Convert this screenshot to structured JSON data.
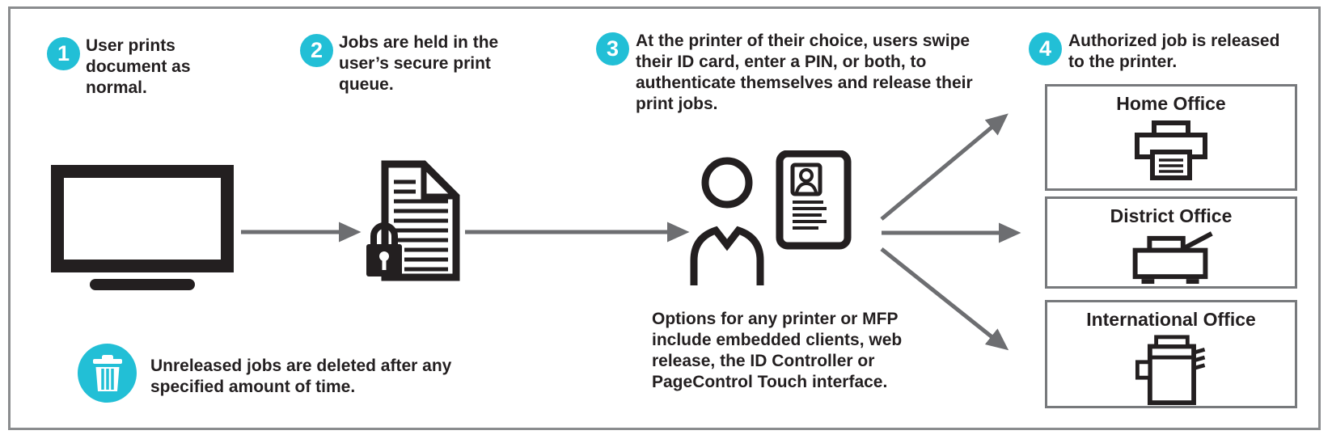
{
  "colors": {
    "accent": "#22BFD6",
    "ink": "#231F20",
    "arrow": "#6D6E71",
    "box_border": "#77797C",
    "frame_border": "#8A8C8E"
  },
  "steps": [
    {
      "number": "1",
      "text": "User prints document as normal."
    },
    {
      "number": "2",
      "text": "Jobs are held in the user’s secure print queue."
    },
    {
      "number": "3",
      "text": "At the printer of their choice, users swipe their ID card, enter a PIN, or both, to authenticate themselves and release their print jobs."
    },
    {
      "number": "4",
      "text": "Authorized job is released to the printer."
    }
  ],
  "options_note": "Options for any printer or MFP include embedded clients, web release, the ID Controller or PageControl Touch interface.",
  "deletion_note": "Unreleased jobs are deleted after any specified amount of time.",
  "offices": [
    {
      "label": "Home Office",
      "icon": "printer-icon"
    },
    {
      "label": "District Office",
      "icon": "fax-printer-icon"
    },
    {
      "label": "International Office",
      "icon": "copier-icon"
    }
  ],
  "icons": {
    "step1": "monitor-icon",
    "step2": "locked-document-icon",
    "step3": "user-id-card-icon",
    "deletion": "trash-icon",
    "flow": [
      "arrow-step1-to-step2",
      "arrow-step2-to-step3",
      "arrow-to-home-office",
      "arrow-to-district-office",
      "arrow-to-international-office"
    ]
  }
}
